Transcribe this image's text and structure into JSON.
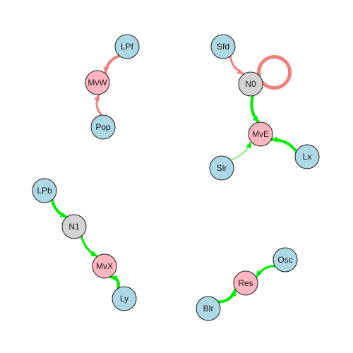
{
  "colors": {
    "green": "#00ee00",
    "red": "#f08080",
    "blue_node": "#add8e6",
    "pink_node": "#ffb6c1",
    "gray_node": "#d3d3d3",
    "node_stroke": "#1a1a1a"
  },
  "nodes": [
    {
      "id": "LPf",
      "label": "LPf",
      "kind": "blue"
    },
    {
      "id": "MvW",
      "label": "MvW",
      "kind": "pink"
    },
    {
      "id": "Pop",
      "label": "Pop",
      "kind": "blue"
    },
    {
      "id": "Sfd",
      "label": "Sfd",
      "kind": "blue"
    },
    {
      "id": "N0",
      "label": "N0",
      "kind": "gray"
    },
    {
      "id": "MvE",
      "label": "MvE",
      "kind": "pink"
    },
    {
      "id": "Slr",
      "label": "Slr",
      "kind": "blue"
    },
    {
      "id": "Lx",
      "label": "Lx",
      "kind": "blue"
    },
    {
      "id": "LPb",
      "label": "LPb",
      "kind": "blue"
    },
    {
      "id": "N1",
      "label": "N1",
      "kind": "gray"
    },
    {
      "id": "MvX",
      "label": "MvX",
      "kind": "pink"
    },
    {
      "id": "Ly",
      "label": "Ly",
      "kind": "blue"
    },
    {
      "id": "Osc",
      "label": "Osc",
      "kind": "blue"
    },
    {
      "id": "Res",
      "label": "Res",
      "kind": "pink"
    },
    {
      "id": "Blr",
      "label": "Blr",
      "kind": "blue"
    }
  ],
  "edges": [
    {
      "from": "LPf",
      "to": "MvW",
      "color": "red",
      "weight": 4
    },
    {
      "from": "Pop",
      "to": "MvW",
      "color": "red",
      "weight": 3
    },
    {
      "from": "Sfd",
      "to": "N0",
      "color": "red",
      "weight": 3
    },
    {
      "from": "N0",
      "to": "N0",
      "color": "red",
      "weight": 5
    },
    {
      "from": "N0",
      "to": "MvE",
      "color": "green",
      "weight": 4
    },
    {
      "from": "Slr",
      "to": "MvE",
      "color": "green",
      "weight": 1
    },
    {
      "from": "Lx",
      "to": "MvE",
      "color": "green",
      "weight": 4
    },
    {
      "from": "LPb",
      "to": "N1",
      "color": "green",
      "weight": 4
    },
    {
      "from": "N1",
      "to": "MvX",
      "color": "green",
      "weight": 3
    },
    {
      "from": "Ly",
      "to": "MvX",
      "color": "green",
      "weight": 4
    },
    {
      "from": "Osc",
      "to": "Res",
      "color": "green",
      "weight": 3
    },
    {
      "from": "Blr",
      "to": "Res",
      "color": "green",
      "weight": 4
    }
  ]
}
